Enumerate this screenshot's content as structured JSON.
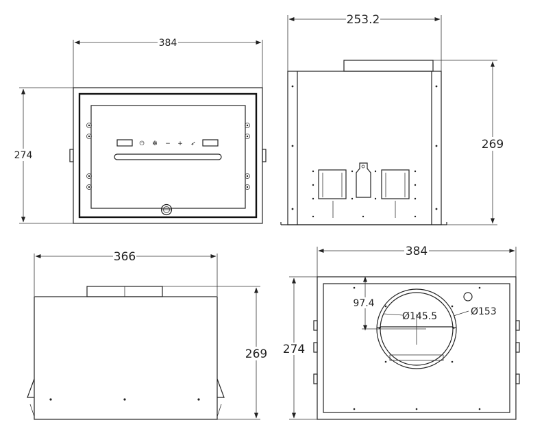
{
  "front_view": {
    "width_dim": "384",
    "height_dim": "274",
    "control_icons": [
      "power-icon",
      "fan-icon",
      "minus-icon",
      "plus-icon",
      "boost-icon"
    ],
    "control_glyphs": [
      "⏻",
      "✻",
      "−",
      "+",
      "➶"
    ]
  },
  "side_view": {
    "width_dim": "253.2",
    "height_dim": "269"
  },
  "back_view": {
    "width_dim": "366",
    "height_dim": "269"
  },
  "top_view": {
    "width_dim": "384",
    "height_dim": "274",
    "offset_dim": "97.4",
    "inner_diameter": "Ø145.5",
    "outer_diameter": "Ø153"
  }
}
